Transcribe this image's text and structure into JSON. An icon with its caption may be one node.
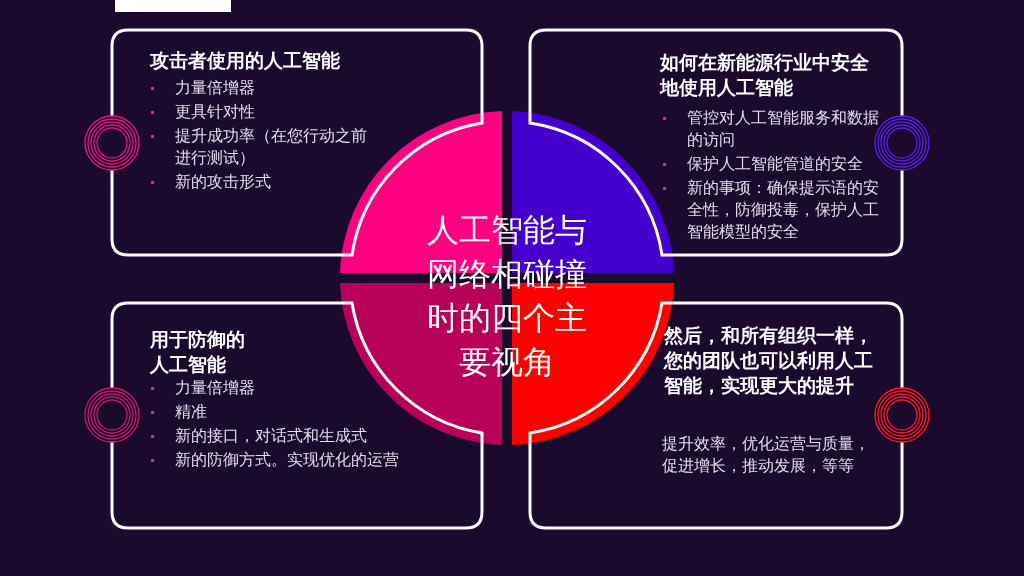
{
  "diagram": {
    "nodes": [
      {
        "text": [
          "攻击者使用的人工智能",
          "力量倍增器",
          "更具针对性",
          "提升成功率（在您行动之前进行测试）",
          "新的攻击形式"
        ]
      },
      {
        "text": [
          "如何在新能源行业中安全地使用人工智能",
          "管控对人工智能服务和数据的访问",
          "保护人工智能管道的安全",
          "新的事项：确保提示语的安全性，防御投毒，保护人工智能模型的安全"
        ]
      },
      {
        "text": [
          "人工智能与网络相碰撞时的四个主要视角"
        ]
      },
      {
        "text": [
          "用于防御的人工智能",
          "力量倍增器",
          "精准",
          "新的接口，对话式和生成式",
          "新的防御方式。实现优化的运营"
        ]
      },
      {
        "text": [
          "然后，和所有组织一样，您的团队也可以利用人工智能，实现更大的提升",
          "提升效率，优化运营与质量，促进增长，推动发展，等等"
        ]
      }
    ]
  }
}
